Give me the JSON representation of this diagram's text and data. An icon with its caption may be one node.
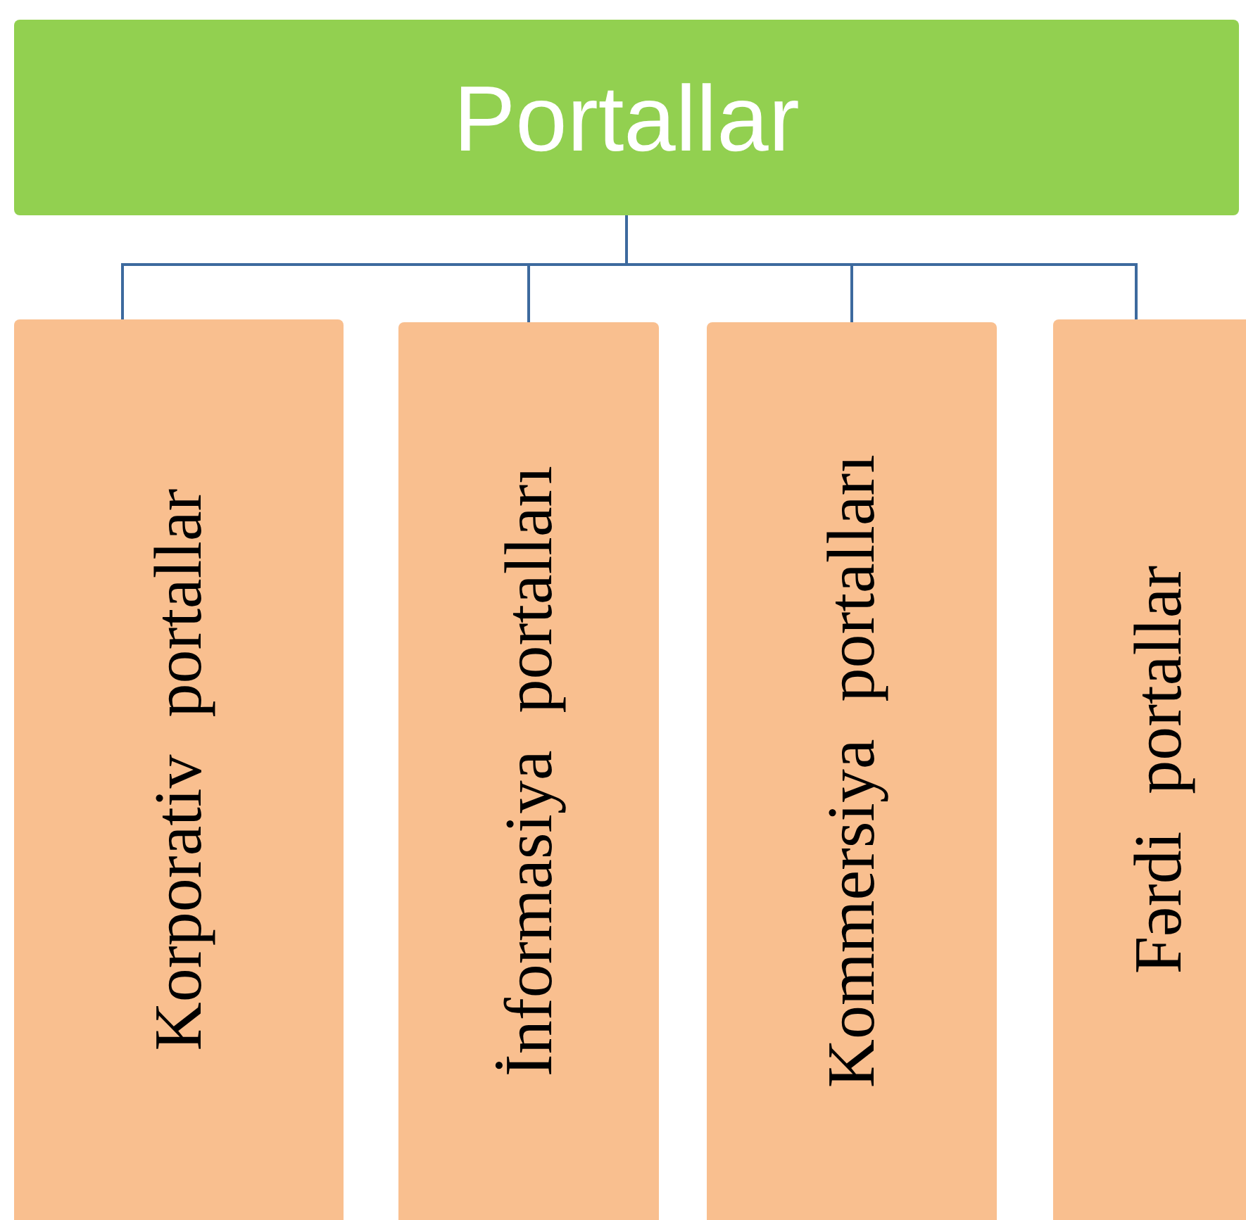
{
  "diagram": {
    "nodes": [
      {
        "text": [
          "Portallar"
        ]
      },
      {
        "text": [
          "Korporativ portallar"
        ]
      },
      {
        "text": [
          "İnformasiya portalları"
        ]
      },
      {
        "text": [
          "Kommersiya portalları"
        ]
      },
      {
        "text": [
          "Fərdi portallar"
        ]
      }
    ],
    "edges": [
      {
        "from": 0,
        "to": 1,
        "arrow": "none"
      },
      {
        "from": 0,
        "to": 2,
        "arrow": "none"
      },
      {
        "from": 0,
        "to": 3,
        "arrow": "none"
      },
      {
        "from": 0,
        "to": 4,
        "arrow": "none"
      }
    ]
  }
}
